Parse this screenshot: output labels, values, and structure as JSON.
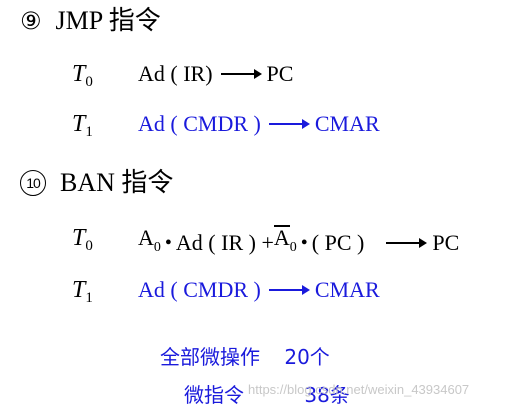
{
  "section9": {
    "number": "⑨",
    "title": "JMP 指令",
    "t0": {
      "label": "T",
      "sub": "0",
      "op": "Ad ( IR)",
      "dest": "PC"
    },
    "t1": {
      "label": "T",
      "sub": "1",
      "op": "Ad ( CMDR )",
      "dest": "CMAR"
    }
  },
  "section10": {
    "number": "10",
    "title": "BAN 指令",
    "t0": {
      "label": "T",
      "sub": "0",
      "a": "A",
      "a_sub": "0",
      "dot": "•",
      "ad_ir": "Ad ( IR ) +",
      "a_bar": "A",
      "a_bar_sub": "0",
      "pc_src": "( PC )",
      "dest": "PC"
    },
    "t1": {
      "label": "T",
      "sub": "1",
      "op": "Ad ( CMDR )",
      "dest": "CMAR"
    }
  },
  "summary": {
    "micro_ops_label": "全部微操作",
    "micro_ops_value": "20个",
    "micro_instr_label": "微指令",
    "micro_instr_value": "38条"
  },
  "watermark": "https://blog.csdn.net/weixin_43934607",
  "colors": {
    "text": "#000000",
    "highlight": "#1a1adc"
  }
}
